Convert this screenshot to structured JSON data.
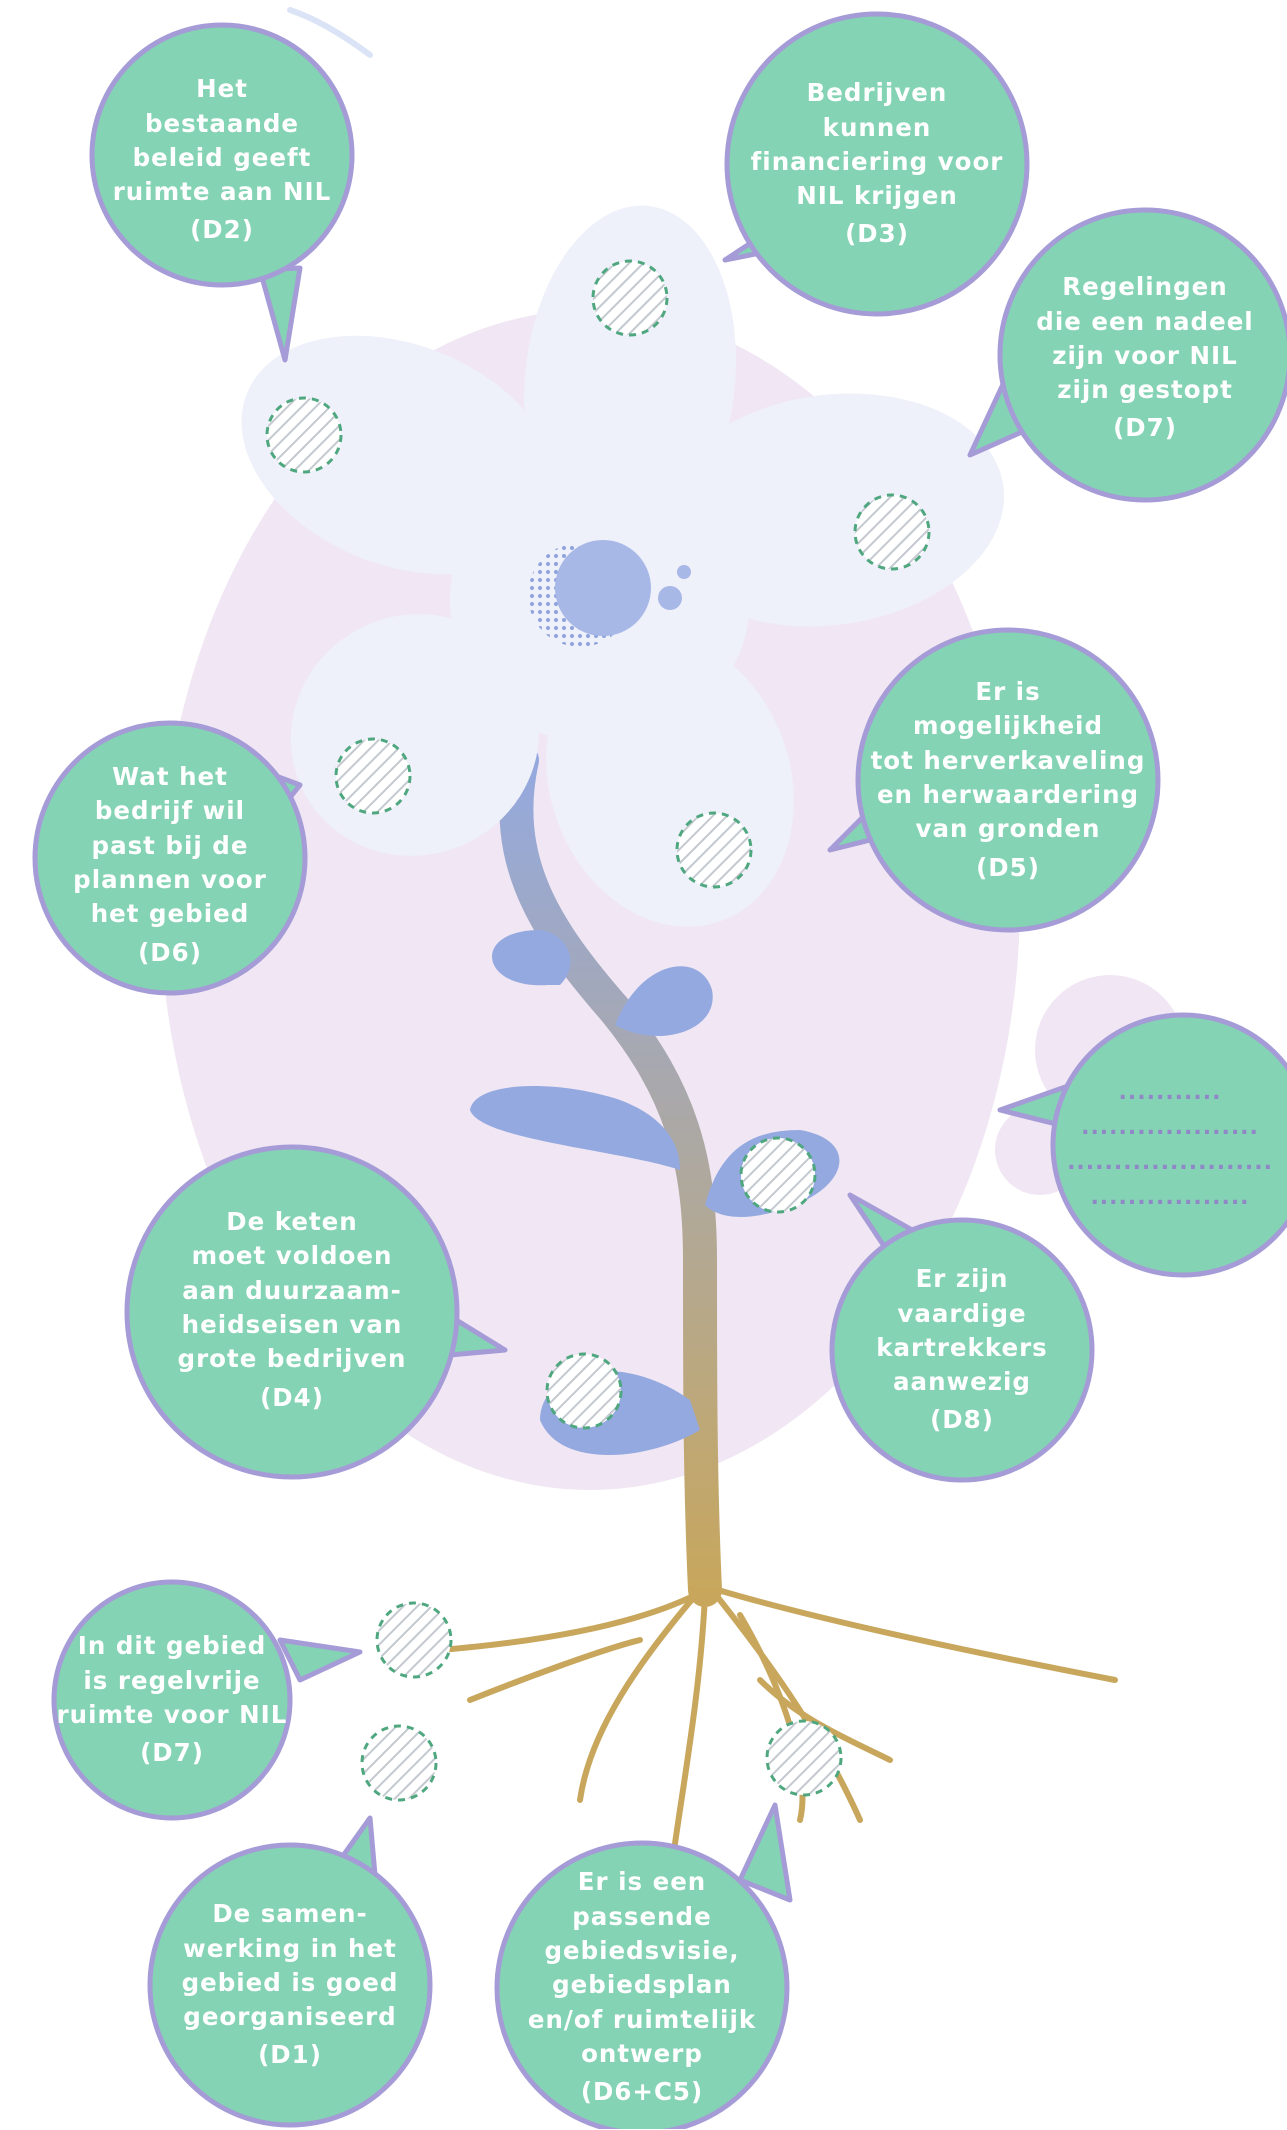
{
  "bubbles": {
    "d2": {
      "lines": [
        "Het",
        "bestaande",
        "beleid geeft",
        "ruimte aan NIL"
      ],
      "code": "(D2)"
    },
    "d3": {
      "lines": [
        "Bedrijven",
        "kunnen",
        "financiering voor",
        "NIL krijgen"
      ],
      "code": "(D3)"
    },
    "d7_top": {
      "lines": [
        "Regelingen",
        "die een nadeel",
        "zijn voor NIL",
        "zijn gestopt"
      ],
      "code": "(D7)"
    },
    "d5": {
      "lines": [
        "Er is",
        "mogelijkheid",
        "tot herverkaveling",
        "en herwaardering",
        "van gronden"
      ],
      "code": "(D5)"
    },
    "d6": {
      "lines": [
        "Wat het",
        "bedrijf wil",
        "past bij de",
        "plannen voor",
        "het gebied"
      ],
      "code": "(D6)"
    },
    "open": {
      "lines": [
        "...........",
        "...................",
        "......................",
        "................."
      ]
    },
    "d8": {
      "lines": [
        "Er zijn",
        "vaardige",
        "kartrekkers",
        "aanwezig"
      ],
      "code": "(D8)"
    },
    "d4": {
      "lines": [
        "De keten",
        "moet voldoen",
        "aan duurzaam-",
        "heidseisen van",
        "grote bedrijven"
      ],
      "code": "(D4)"
    },
    "d7_bottom": {
      "lines": [
        "In dit gebied",
        "is regelvrije",
        "ruimte voor NIL"
      ],
      "code": "(D7)"
    },
    "d1": {
      "lines": [
        "De samen-",
        "werking in het",
        "gebied is goed",
        "georganiseerd"
      ],
      "code": "(D1)"
    },
    "d6c5": {
      "lines": [
        "Er is een",
        "passende",
        "gebiedsvisie,",
        "gebiedsplan",
        "en/of ruimtelijk",
        "ontwerp"
      ],
      "code": "(D6+C5)"
    }
  },
  "colors": {
    "bubble_fill": "#84d3b4",
    "bubble_outline": "#a59bd6",
    "background_blob": "#f1e6f3",
    "petal": "#eef0fa",
    "stem": "#94a9df",
    "root": "#c8a75d",
    "marker_ring": "#4fa77f"
  },
  "icons": [
    "flower-illustration",
    "hatched-circle-marker"
  ]
}
